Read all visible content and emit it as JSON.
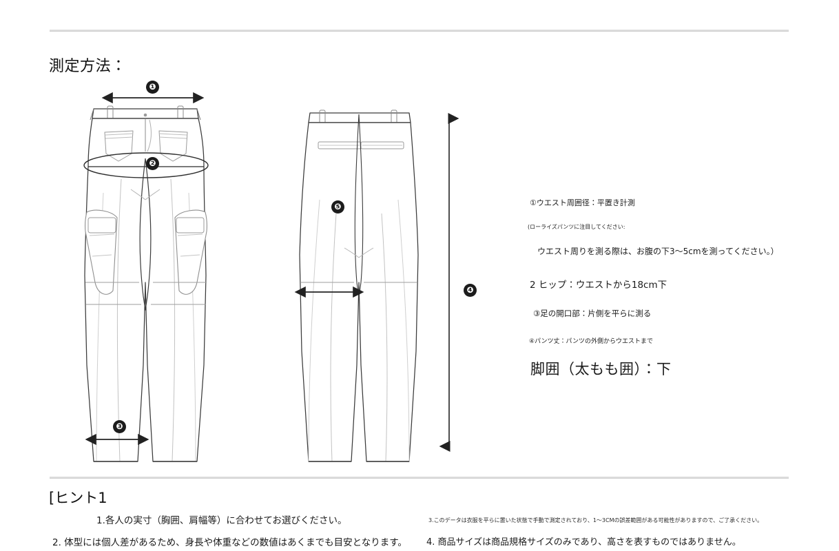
{
  "page": {
    "section_title": "測定方法：",
    "hint_title": "[ヒント1"
  },
  "callouts": [
    {
      "id": "1",
      "label": "❶"
    },
    {
      "id": "2",
      "label": "❷"
    },
    {
      "id": "3",
      "label": "❸"
    },
    {
      "id": "4",
      "label": "❹"
    },
    {
      "id": "5",
      "label": "❺"
    }
  ],
  "measurement_notes": {
    "item1": "①ウエスト周囲径：平置き計測",
    "item1_sub_open": "(ローライズパンツに注目してください:",
    "item1_sub_text": "ウエスト周りを測る際は、お腹の下3〜5cmを測ってください。）",
    "item2": "2 ヒップ：ウエストから18cm下",
    "item3": "③足の開口部：片側を平らに測る",
    "item4": "④パンツ丈：パンツの外側からウエストまで",
    "item5": "脚囲（太もも囲）：下"
  },
  "hints": {
    "line1": "1.各人の実寸（胸囲、肩幅等）に合わせてお選びください。",
    "line2": "2. 体型には個人差があるため、身長や体重などの数値はあくまでも目安となります。",
    "line3": "3.このデータは衣服を平らに置いた状態で手動で測定されており、1〜3CMの誤差範囲がある可能性がありますので、ご了承ください。",
    "line4": "4. 商品サイズは商品規格サイズのみであり、高さを表すものではありません。"
  },
  "colors": {
    "background": "#ffffff",
    "text": "#1a1a1a",
    "rule": "#dcdcdc",
    "badge_fill": "#1c1c1c",
    "garment_outline": "#3a3a3a",
    "garment_detail": "#9a9a9a",
    "arrow": "#222222"
  },
  "illustration": {
    "front_view_name": "cargo-pants-front-technical-drawing",
    "back_view_name": "cargo-pants-back-technical-drawing",
    "dimension_arrows": [
      {
        "name": "waist-width-arrow",
        "callout": "1",
        "orientation": "horizontal"
      },
      {
        "name": "hip-ellipse-guide",
        "callout": "2",
        "orientation": "ellipse"
      },
      {
        "name": "leg-opening-arrow",
        "callout": "3",
        "orientation": "horizontal"
      },
      {
        "name": "pants-length-arrow",
        "callout": "4",
        "orientation": "vertical"
      },
      {
        "name": "thigh-width-arrow",
        "callout": "5",
        "orientation": "horizontal"
      }
    ]
  }
}
